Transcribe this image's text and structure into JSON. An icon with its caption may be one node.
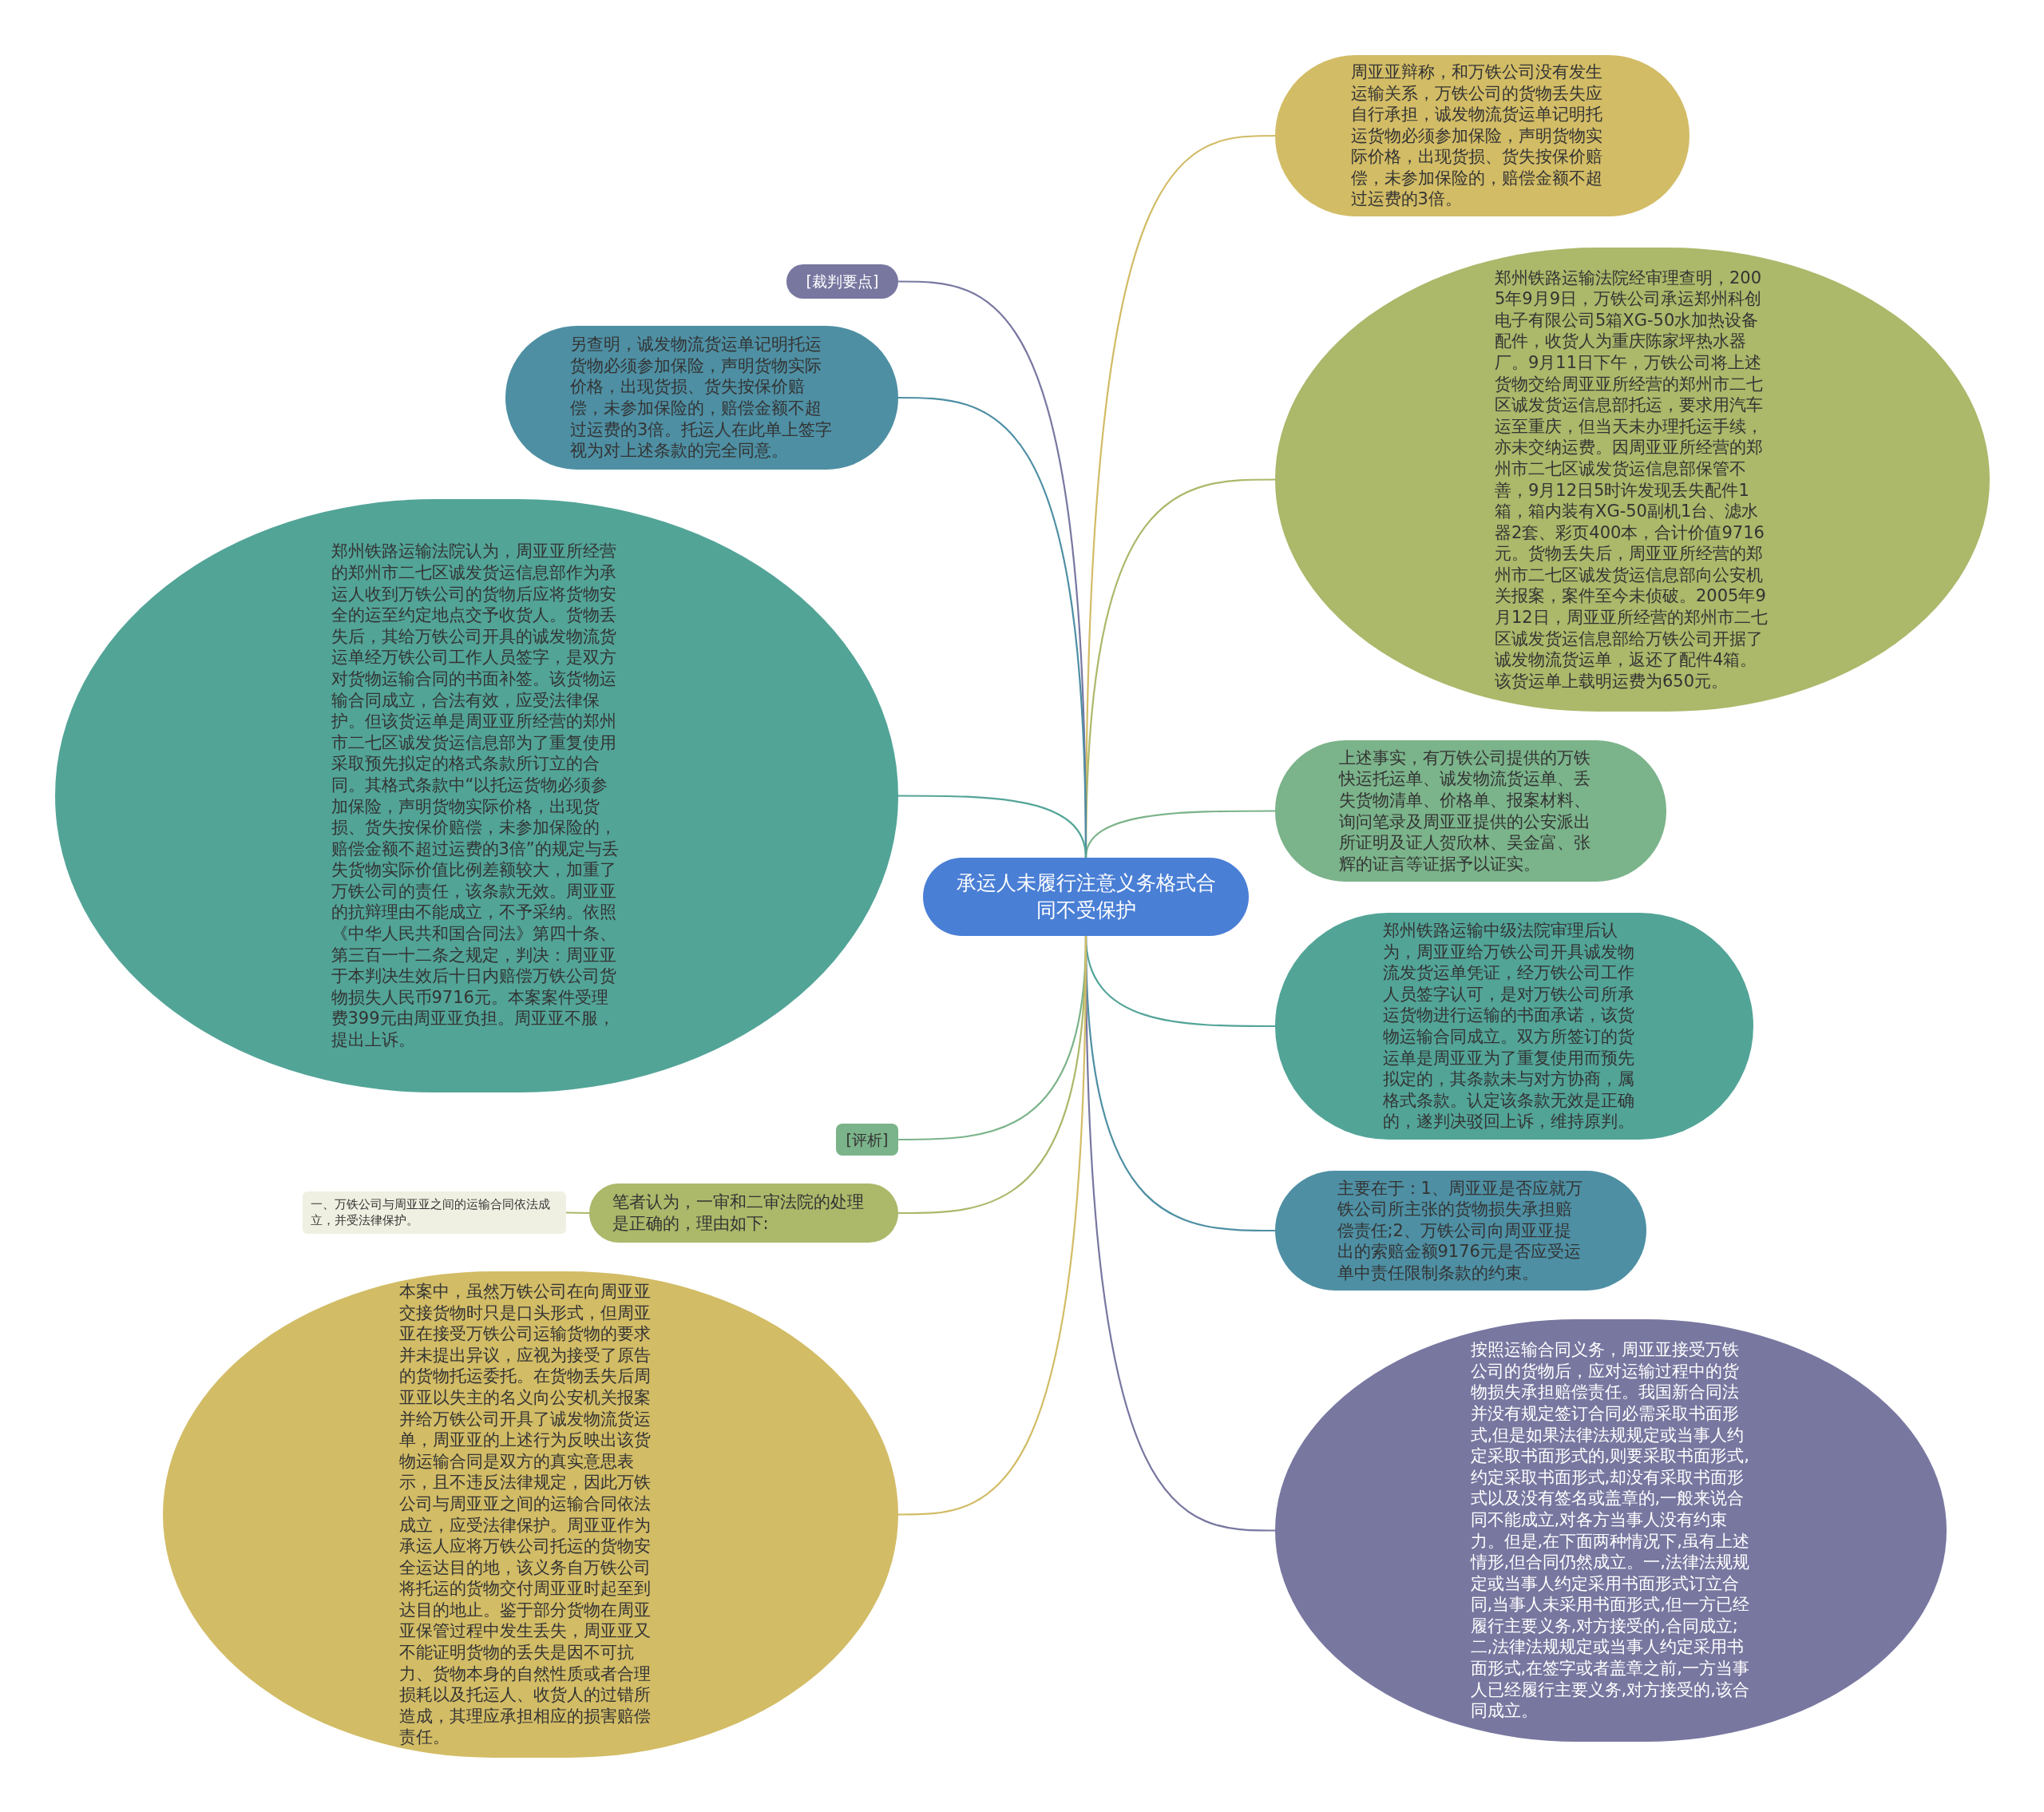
{
  "diagram": {
    "nodes": [
      {
        "text": [
          "承运人未履行注意义务格式合同不受保护"
        ]
      },
      {
        "text": [
          "周亚亚辩称，和万铁公司没有发生运输关系，万铁公司的货物丢失应自行承担，诚发物流货运单记明托运货物必须参加保险，声明货物实际价格，出现货损、货失按保价赔偿，未参加保险的，赔偿金额不超过运费的3倍。"
        ]
      },
      {
        "text": [
          "郑州铁路运输法院经审理查明，2005年9月9日，万铁公司承运郑州科创电子有限公司5箱XG-50水加热设备配件，收货人为重庆陈家坪热水器厂。9月11日下午，万铁公司将上述货物交给周亚亚所经营的郑州市二七区诚发货运信息部托运，要求用汽车运至重庆，但当天未办理托运手续，亦未交纳运费。因周亚亚所经营的郑州市二七区诚发货运信息部保管不善，9月12日5时许发现丢失配件1箱，箱内装有XG-50副机1台、滤水器2套、彩页400本，合计价值9716元。货物丢失后，周亚亚所经营的郑州市二七区诚发货运信息部向公安机关报案，案件至今未侦破。2005年9月12日，周亚亚所经营的郑州市二七区诚发货运信息部给万铁公司开据了诚发物流货运单，返还了配件4箱。该货运单上载明运费为650元。"
        ]
      },
      {
        "text": [
          "上述事实，有万铁公司提供的万铁快运托运单、诚发物流货运单、丢失货物清单、价格单、报案材料、询问笔录及周亚亚提供的公安派出所证明及证人贺欣林、吴金富、张辉的证言等证据予以证实。"
        ]
      },
      {
        "text": [
          "郑州铁路运输中级法院审理后认为，周亚亚给万铁公司开具诚发物流发货运单凭证，经万铁公司工作人员签字认可，是对万铁公司所承运货物进行运输的书面承诺，该货物运输合同成立。双方所签订的货运单是周亚亚为了重复使用而预先拟定的，其条款未与对方协商，属格式条款。认定该条款无效是正确的，遂判决驳回上诉，维持原判。"
        ]
      },
      {
        "text": [
          "主要在于：1、周亚亚是否应就万铁公司所主张的货物损失承担赔偿责任;2、万铁公司向周亚亚提出的索赔金额9176元是否应受运单中责任限制条款的约束。"
        ]
      },
      {
        "text": [
          "按照运输合同义务，周亚亚接受万铁公司的货物后，应对运输过程中的货物损失承担赔偿责任。我国新合同法并没有规定签订合同必需采取书面形式,但是如果法律法规规定或当事人约定采取书面形式的,则要采取书面形式,约定采取书面形式,却没有采取书面形式以及没有签名或盖章的,一般来说合同不能成立,对各方当事人没有约束力。但是,在下面两种情况下,虽有上述情形,但合同仍然成立。一,法律法规规定或当事人约定采用书面形式订立合同,当事人未采用书面形式,但一方已经履行主要义务,对方接受的,合同成立;二,法律法规规定或当事人约定采用书面形式,在签字或者盖章之前,一方当事人已经履行主要义务,对方接受的,该合同成立。"
        ]
      },
      {
        "text": [
          "[裁判要点]"
        ]
      },
      {
        "text": [
          "另查明，诚发物流货运单记明托运货物必须参加保险，声明货物实际价格，出现货损、货失按保价赔偿，未参加保险的，赔偿金额不超过运费的3倍。托运人在此单上签字视为对上述条款的完全同意。"
        ]
      },
      {
        "text": [
          "郑州铁路运输法院认为，周亚亚所经营的郑州市二七区诚发货运信息部作为承运人收到万铁公司的货物后应将货物安全的运至约定地点交予收货人。货物丢失后，其给万铁公司开具的诚发物流货运单经万铁公司工作人员签字，是双方对货物运输合同的书面补签。该货物运输合同成立，合法有效，应受法律保护。但该货运单是周亚亚所经营的郑州市二七区诚发货运信息部为了重复使用采取预先拟定的格式条款所订立的合同。其格式条款中“以托运货物必须参加保险，声明货物实际价格，出现货损、货失按保价赔偿，未参加保险的，赔偿金额不超过运费的3倍”的规定与丢失货物实际价值比例差额较大，加重了万铁公司的责任，该条款无效。周亚亚的抗辩理由不能成立，不予采纳。依照《中华人民共和国合同法》第四十条、第三百一十二条之规定，判决：周亚亚于本判决生效后十日内赔偿万铁公司货物损失人民币9716元。本案案件受理费399元由周亚亚负担。周亚亚不服，提出上诉。"
        ]
      },
      {
        "text": [
          "[评析]"
        ]
      },
      {
        "text": [
          "笔者认为，一审和二审法院的处理是正确的，理由如下:"
        ]
      },
      {
        "text": [
          "一、万铁公司与周亚亚之间的运输合同依法成立，并受法律保护。"
        ]
      },
      {
        "text": [
          "本案中，虽然万铁公司在向周亚亚交接货物时只是口头形式，但周亚亚在接受万铁公司运输货物的要求并未提出异议，应视为接受了原告的货物托运委托。在货物丢失后周亚亚以失主的名义向公安机关报案并给万铁公司开具了诚发物流货运单，周亚亚的上述行为反映出该货物运输合同是双方的真实意思表示，且不违反法律规定，因此万铁公司与周亚亚之间的运输合同依法成立，应受法律保护。周亚亚作为承运人应将万铁公司托运的货物安全运达目的地，该义务自万铁公司将托运的货物交付周亚亚时起至到达目的地止。鉴于部分货物在周亚亚保管过程中发生丢失，周亚亚又不能证明货物的丢失是因不可抗力、货物本身的自然性质或者合理损耗以及托运人、收货人的过错所造成，其理应承担相应的损害赔偿责任。"
        ]
      }
    ],
    "edges": [
      {
        "from": 0,
        "to": 1,
        "arrow": "none",
        "color": "#d2bc66"
      },
      {
        "from": 0,
        "to": 2,
        "arrow": "none",
        "color": "#acb86a"
      },
      {
        "from": 0,
        "to": 3,
        "arrow": "none",
        "color": "#7bb38a"
      },
      {
        "from": 0,
        "to": 4,
        "arrow": "none",
        "color": "#52a497"
      },
      {
        "from": 0,
        "to": 5,
        "arrow": "none",
        "color": "#4e8fa3"
      },
      {
        "from": 0,
        "to": 6,
        "arrow": "none",
        "color": "#7877a0"
      },
      {
        "from": 0,
        "to": 7,
        "arrow": "none",
        "color": "#7877a0"
      },
      {
        "from": 0,
        "to": 8,
        "arrow": "none",
        "color": "#4e8fa3"
      },
      {
        "from": 0,
        "to": 9,
        "arrow": "none",
        "color": "#52a497"
      },
      {
        "from": 0,
        "to": 10,
        "arrow": "none",
        "color": "#7bb38a"
      },
      {
        "from": 0,
        "to": 11,
        "arrow": "none",
        "color": "#acb86a"
      },
      {
        "from": 11,
        "to": 12,
        "arrow": "none",
        "color": "#acb86a"
      },
      {
        "from": 0,
        "to": 13,
        "arrow": "none",
        "color": "#d2bc66"
      }
    ]
  }
}
